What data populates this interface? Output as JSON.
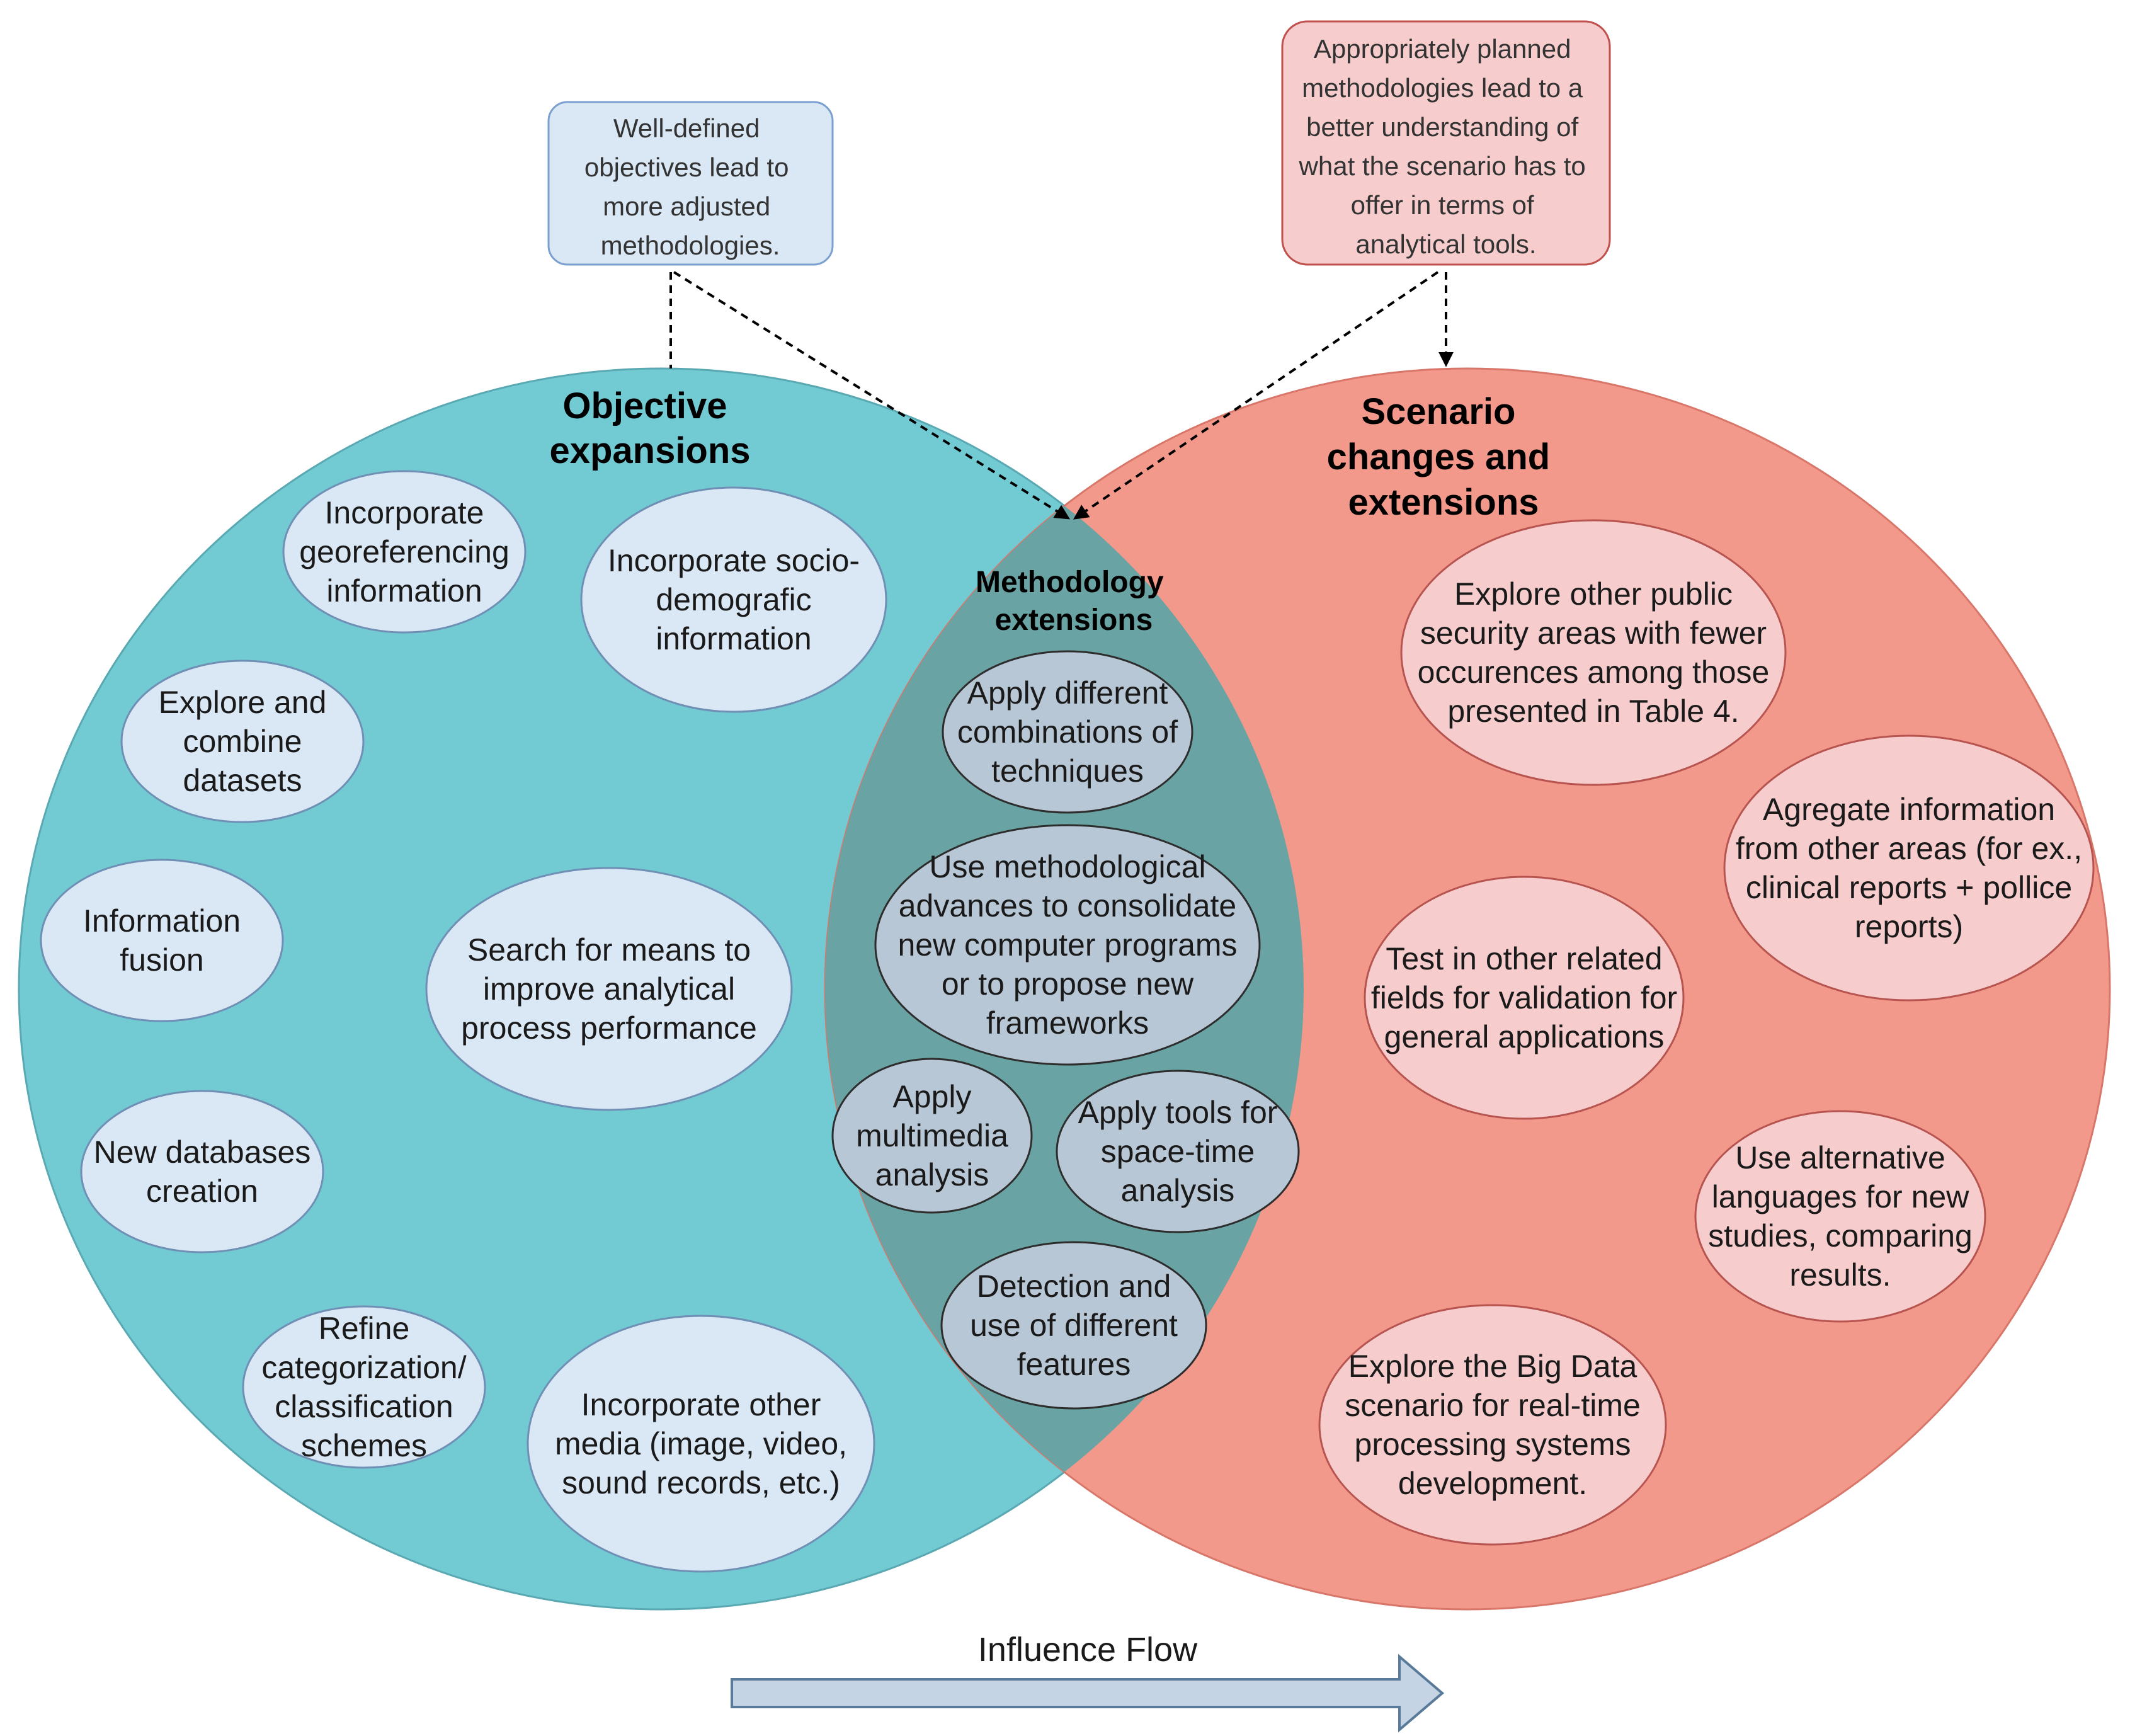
{
  "diagram": {
    "notes": {
      "objectives": {
        "lines": [
          "Well-defined",
          "objectives lead to",
          "more adjusted",
          "methodologies."
        ]
      },
      "methodologies": {
        "lines": [
          "Appropriately planned",
          "methodologies lead to a",
          "better understanding of",
          "what the scenario has to",
          "offer in terms of",
          "analytical tools."
        ]
      }
    },
    "circles": {
      "objective": {
        "title_lines": [
          "Objective",
          "expansions"
        ],
        "color": "#72cad3"
      },
      "scenario": {
        "title_lines": [
          "Scenario",
          "changes and",
          "extensions"
        ],
        "color": "#f2998b"
      },
      "methodology": {
        "title_lines": [
          "Methodology",
          "extensions"
        ],
        "color": "#6aa3a3"
      }
    },
    "objective_items": [
      {
        "name": "georeferencing",
        "lines": [
          "Incorporate",
          "georeferencing",
          "information"
        ]
      },
      {
        "name": "socio-demographic",
        "lines": [
          "Incorporate socio-",
          "demografic",
          "information"
        ]
      },
      {
        "name": "explore-combine",
        "lines": [
          "Explore and",
          "combine",
          "datasets"
        ]
      },
      {
        "name": "information-fusion",
        "lines": [
          "Information",
          "fusion"
        ]
      },
      {
        "name": "search-means",
        "lines": [
          "Search for means to",
          "improve analytical",
          "process performance"
        ]
      },
      {
        "name": "new-databases",
        "lines": [
          "New databases",
          "creation"
        ]
      },
      {
        "name": "refine-categorization",
        "lines": [
          "Refine",
          "categorization/",
          "classification",
          "schemes"
        ]
      },
      {
        "name": "other-media",
        "lines": [
          "Incorporate other",
          "media (image, video,",
          "sound records, etc.)"
        ]
      }
    ],
    "methodology_items": [
      {
        "name": "combinations-techniques",
        "lines": [
          "Apply different",
          "combinations of",
          "techniques"
        ]
      },
      {
        "name": "methodological-advances",
        "lines": [
          "Use methodological",
          "advances to consolidate",
          "new computer programs",
          "or to propose new",
          "frameworks"
        ]
      },
      {
        "name": "multimedia-analysis",
        "lines": [
          "Apply",
          "multimedia",
          "analysis"
        ]
      },
      {
        "name": "space-time-analysis",
        "lines": [
          "Apply tools for",
          "space-time",
          "analysis"
        ]
      },
      {
        "name": "different-features",
        "lines": [
          "Detection and",
          "use of different",
          "features"
        ]
      }
    ],
    "scenario_items": [
      {
        "name": "public-security",
        "lines": [
          "Explore other public",
          "security areas with fewer",
          "occurences among those",
          "presented in Table 4."
        ]
      },
      {
        "name": "aggregate-information",
        "lines": [
          "Agregate information",
          "from other areas (for ex.,",
          "clinical reports + pollice",
          "reports)"
        ]
      },
      {
        "name": "test-related-fields",
        "lines": [
          "Test in other related",
          "fields for validation for",
          "general applications"
        ]
      },
      {
        "name": "alternative-languages",
        "lines": [
          "Use alternative",
          "languages for new",
          "studies, comparing",
          "results."
        ]
      },
      {
        "name": "big-data",
        "lines": [
          "Explore the Big Data",
          "scenario for real-time",
          "processing systems",
          "development."
        ]
      }
    ],
    "flow_label": "Influence Flow"
  }
}
